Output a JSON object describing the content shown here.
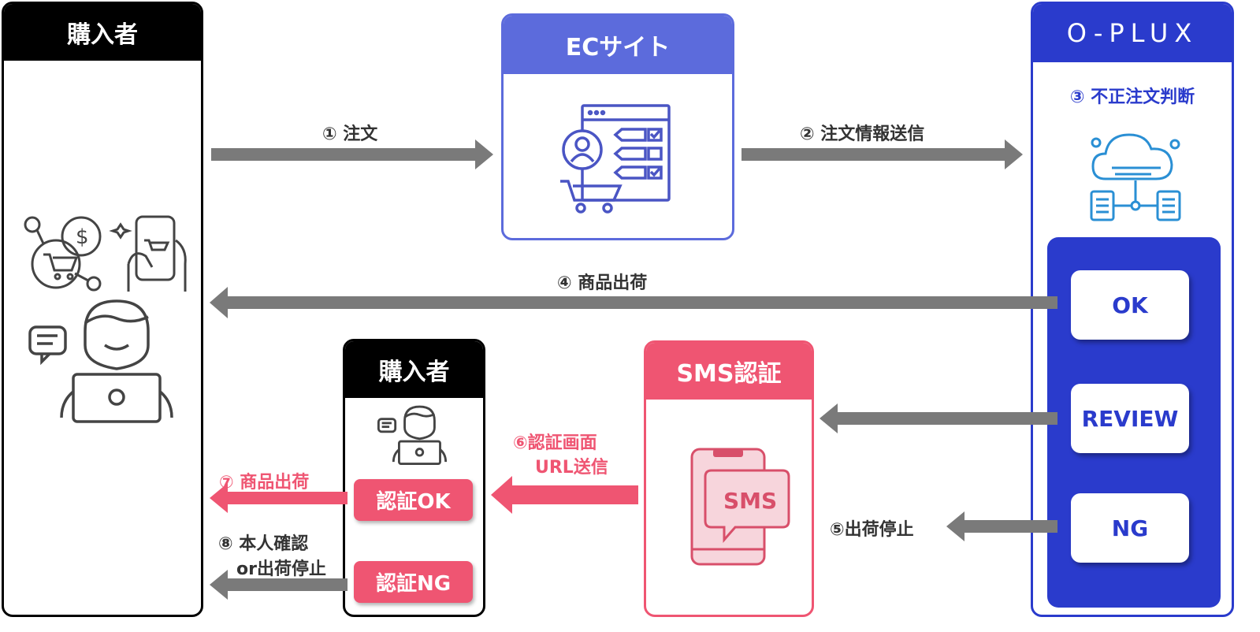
{
  "buyer": {
    "title": "購入者"
  },
  "ec_site": {
    "title": "ECサイト"
  },
  "oplux": {
    "logo": "O-PLUX",
    "judgment": "③ 不正注文判断",
    "results": {
      "ok": "OK",
      "review": "REVIEW",
      "ng": "NG"
    }
  },
  "buyer2": {
    "title": "購入者",
    "auth_ok": "認証OK",
    "auth_ng": "認証NG"
  },
  "sms": {
    "title": "SMS認証",
    "icon_text": "SMS"
  },
  "flows": {
    "order": "① 注文",
    "order_info": "② 注文情報送信",
    "ship": "④ 商品出荷",
    "stop": "⑤出荷停止",
    "auth_screen_1": "⑥認証画面",
    "auth_screen_2": "URL送信",
    "ship_after_auth": "⑦ 商品出荷",
    "verify_1": "⑧ 本人確認",
    "verify_2": "or出荷停止"
  },
  "colors": {
    "black": "#000000",
    "ec_blue": "#5c6bdc",
    "oplux_blue": "#2a3bcc",
    "pink": "#ef5572",
    "arrow_gray": "#7a7a7a"
  }
}
